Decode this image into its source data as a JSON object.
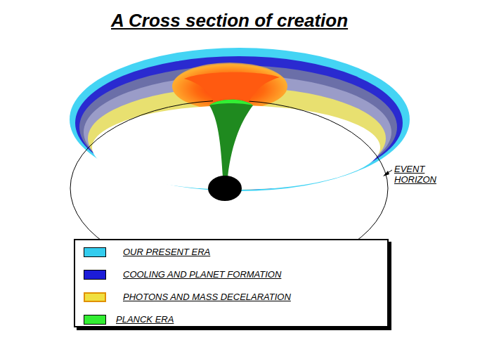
{
  "diagram": {
    "title": "A Cross section of creation",
    "labels": [
      "EVENT HORIZON"
    ],
    "legend": [
      {
        "text": "OUR PRESENT ERA",
        "color": "#33ccee"
      },
      {
        "text": "COOLING AND PLANET FORMATION",
        "color": "#1c1cd8"
      },
      {
        "text": "PHOTONS AND MASS DECELARATION",
        "color": "#f0e040"
      },
      {
        "text": "PLANCK ERA",
        "color": "#33ee33"
      }
    ]
  }
}
